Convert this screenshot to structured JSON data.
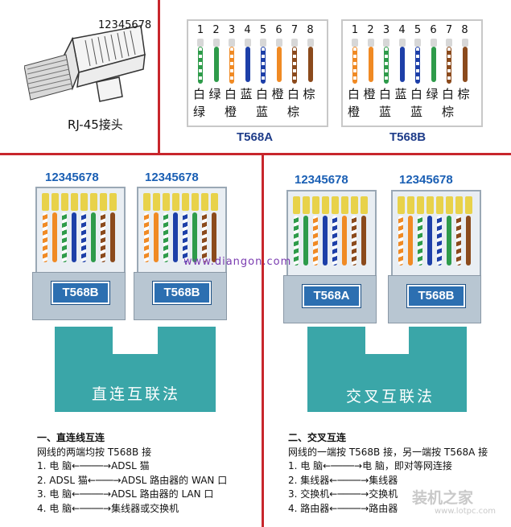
{
  "rj45": {
    "pins_label": "12345678",
    "caption": "RJ-45接头"
  },
  "standards": {
    "t568a": {
      "title": "T568A",
      "pins": [
        "1",
        "2",
        "3",
        "4",
        "5",
        "6",
        "7",
        "8"
      ],
      "row1": [
        "白",
        "绿",
        "白",
        "蓝",
        "白",
        "橙",
        "白",
        "棕"
      ],
      "row2": [
        "绿",
        "",
        "橙",
        "",
        "蓝",
        "",
        "棕",
        ""
      ],
      "colors": [
        "#2e9b4a",
        "#2e9b4a",
        "#f08a24",
        "#1d3fa8",
        "#1d3fa8",
        "#f08a24",
        "#8b4a1c",
        "#8b4a1c"
      ],
      "striped": [
        true,
        false,
        true,
        false,
        true,
        false,
        true,
        false
      ]
    },
    "t568b": {
      "title": "T568B",
      "pins": [
        "1",
        "2",
        "3",
        "4",
        "5",
        "6",
        "7",
        "8"
      ],
      "row1": [
        "白",
        "橙",
        "白",
        "蓝",
        "白",
        "绿",
        "白",
        "棕"
      ],
      "row2": [
        "橙",
        "",
        "蓝",
        "",
        "蓝",
        "",
        "棕",
        ""
      ],
      "colors": [
        "#f08a24",
        "#f08a24",
        "#2e9b4a",
        "#1d3fa8",
        "#1d3fa8",
        "#2e9b4a",
        "#8b4a1c",
        "#8b4a1c"
      ],
      "striped": [
        true,
        false,
        true,
        false,
        true,
        false,
        true,
        false
      ]
    }
  },
  "straight": {
    "title": "直连互联法",
    "left_label": "T568B",
    "right_label": "T568B",
    "pins_label": "12345678",
    "notes_title": "一、直连线互连",
    "notes_intro": "网线的两端均按 T568B 接",
    "notes": [
      "1.  电    脑←────→ADSL 猫",
      "2.  ADSL 猫←───→ADSL 路由器的 WAN 口",
      "3.  电    脑←────→ADSL 路由器的 LAN 口",
      "4.  电    脑←────→集线器或交换机"
    ]
  },
  "crossover": {
    "title": "交叉互联法",
    "left_label": "T568A",
    "right_label": "T568B",
    "pins_label": "12345678",
    "notes_title": "二、交叉互连",
    "notes_intro": "网线的一端按 T568B 接，另一端按 T568A 接",
    "notes": [
      "1.  电    脑←────→电    脑，即对等网连接",
      "2.  集线器←────→集线器",
      "3.  交换机←────→交换机",
      "4.  路由器←────→路由器"
    ]
  },
  "watermark": "www.diangon.com",
  "brand": {
    "name": "装机之家",
    "url": "www.lotpc.com"
  },
  "colors": {
    "divider": "#c8262c",
    "cable": "#3aa6a8",
    "label_bg": "#2c6fb1",
    "pin_numbers": "#1a5fb4"
  }
}
